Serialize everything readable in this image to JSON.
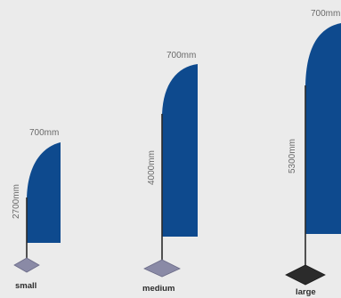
{
  "colors": {
    "background": "#ebebeb",
    "flag": "#0e4a8e",
    "pole": "#2a2a2a",
    "base": "#8a8aa6",
    "base_large": "#2b2b2b"
  },
  "flags": [
    {
      "size_label": "small",
      "width_label": "700mm",
      "height_label": "2700mm"
    },
    {
      "size_label": "medium",
      "width_label": "700mm",
      "height_label": "4000mm"
    },
    {
      "size_label": "large",
      "width_label": "700mm",
      "height_label": "5300mm"
    }
  ]
}
